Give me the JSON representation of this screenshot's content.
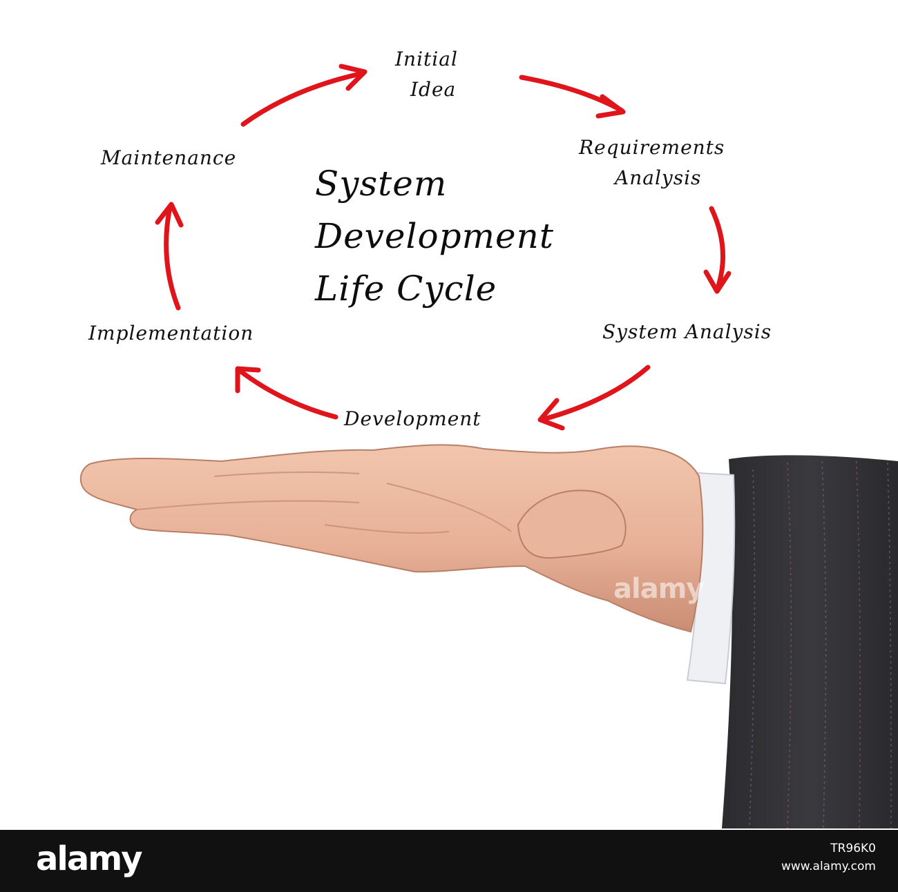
{
  "diagram": {
    "title_lines": [
      "System",
      "Development",
      "Life Cycle"
    ],
    "stages": {
      "initial_idea": [
        "Initial",
        "Idea"
      ],
      "requirements_analysis": [
        "Requirements",
        "Analysis"
      ],
      "system_analysis": "System Analysis",
      "development": "Development",
      "implementation": "Implementation",
      "maintenance": "Maintenance"
    },
    "arrow_color": "#e0141b"
  },
  "watermark": "alamy",
  "footer": {
    "logo": "alamy",
    "image_id": "TR96K0",
    "site": "www.alamy.com"
  }
}
